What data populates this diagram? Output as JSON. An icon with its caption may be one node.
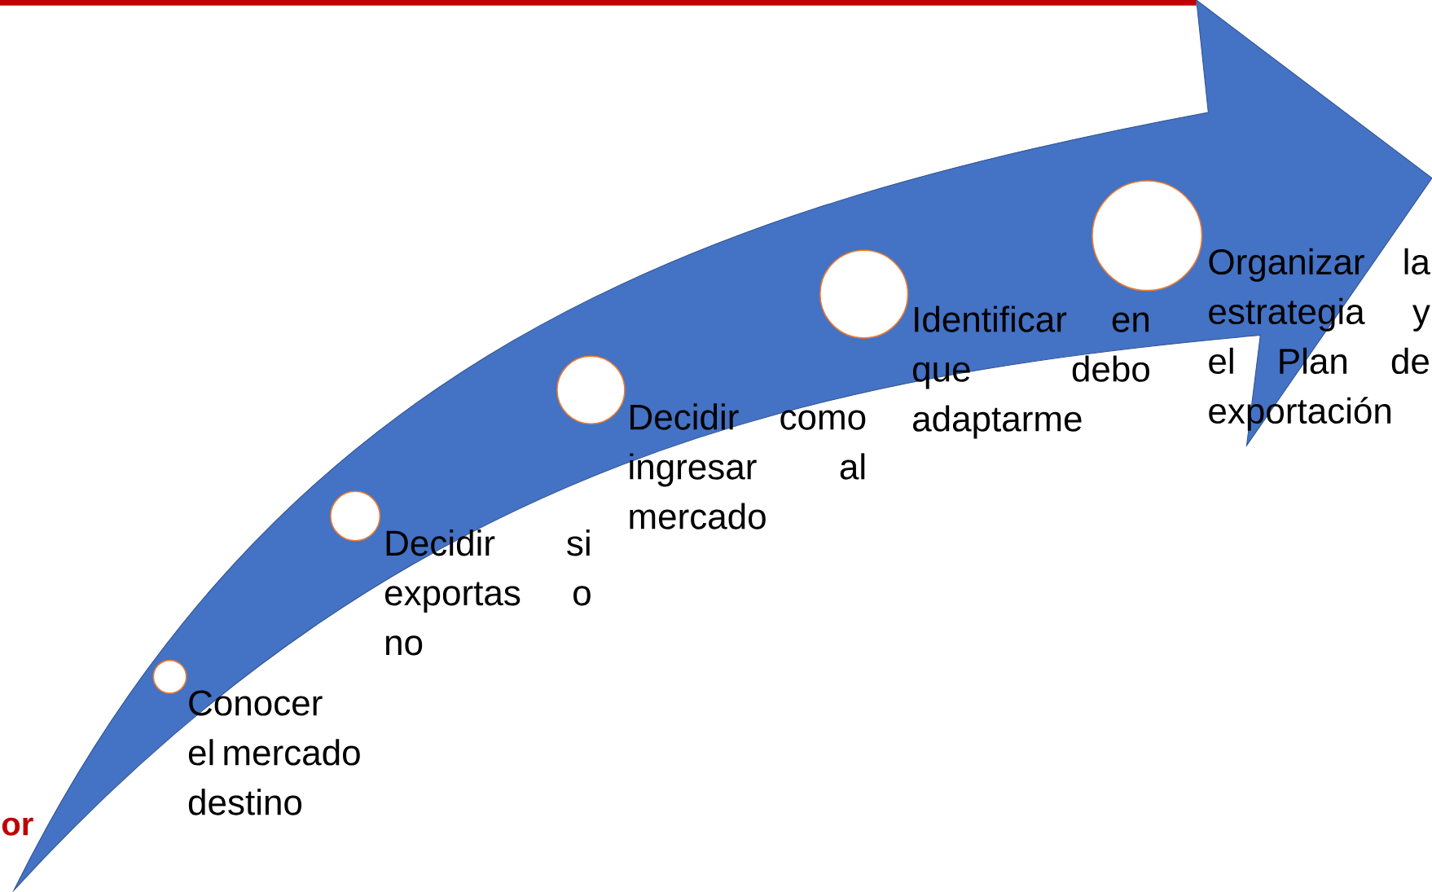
{
  "diagram": {
    "nodes": [
      {
        "text": [],
        "shape": "circle",
        "beside": [
          "Conocer el mercado destino"
        ]
      },
      {
        "text": [],
        "shape": "circle",
        "beside": [
          "Decidir si exportas o no"
        ]
      },
      {
        "text": [],
        "shape": "circle",
        "beside": [
          "Decidir como ingresar al mercado"
        ]
      },
      {
        "text": [],
        "shape": "circle",
        "beside": [
          "Identificar en que debo adaptarme"
        ]
      },
      {
        "text": [],
        "shape": "circle",
        "beside": [
          "Organizar la estrategia y el Plan de exportación"
        ]
      }
    ],
    "labels": [
      "or"
    ]
  }
}
